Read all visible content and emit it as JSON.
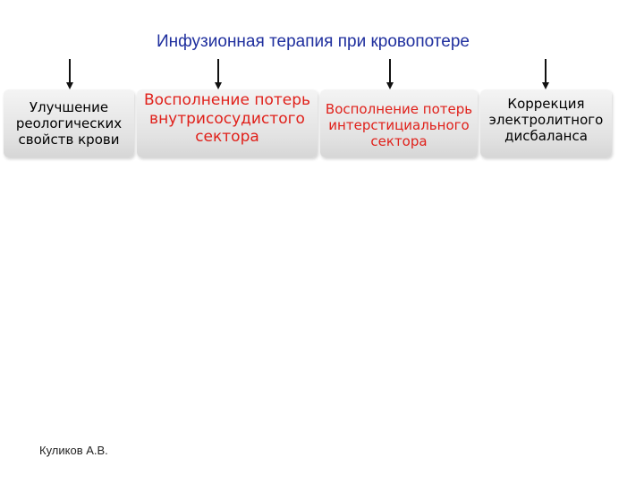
{
  "title": "Инфузионная терапия при кровопотере",
  "boxes": [
    {
      "text": "Улучшение реологических свойств крови",
      "color": "#000000"
    },
    {
      "text": "Восполнение потерь внутрисосудистого сектора",
      "color": "#e0201a"
    },
    {
      "text": "Восполнение потерь интерстициального сектора",
      "color": "#e0201a"
    },
    {
      "text": "Коррекция электролитного дисбаланса",
      "color": "#000000"
    }
  ],
  "footer": {
    "author": "Куликов А.В."
  }
}
